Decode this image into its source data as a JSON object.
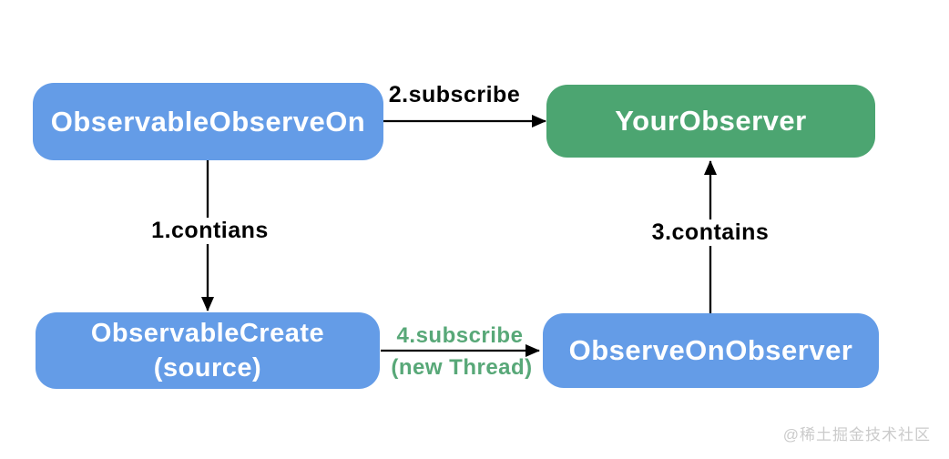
{
  "diagram": {
    "nodes": {
      "observableObserveOn": {
        "label": "ObservableObserveOn",
        "color": "#649CE7"
      },
      "yourObserver": {
        "label": "YourObserver",
        "color": "#4CA571"
      },
      "observableCreate": {
        "label": "ObservableCreate",
        "sublabel": "(source)",
        "color": "#649CE7"
      },
      "observeOnObserver": {
        "label": "ObserveOnObserver",
        "color": "#649CE7"
      }
    },
    "edges": {
      "subscribe2": {
        "label": "2.subscribe",
        "from": "ObservableObserveOn",
        "to": "YourObserver",
        "text_color": "#000000"
      },
      "contians1": {
        "label": "1.contians",
        "from": "ObservableObserveOn",
        "to": "ObservableCreate",
        "text_color": "#000000"
      },
      "contains3": {
        "label": "3.contains",
        "from": "ObserveOnObserver",
        "to": "YourObserver",
        "text_color": "#000000"
      },
      "subscribe4": {
        "label": "4.subscribe",
        "sublabel": "(new Thread)",
        "from": "ObservableCreate",
        "to": "ObserveOnObserver",
        "text_color": "#58A878"
      }
    },
    "watermark": "@稀土掘金技术社区"
  },
  "colors": {
    "node_blue": "#649CE7",
    "node_green": "#4CA571",
    "edge_green_text": "#58A878",
    "edge_black": "#000000",
    "watermark_gray": "#CBCBCB"
  }
}
